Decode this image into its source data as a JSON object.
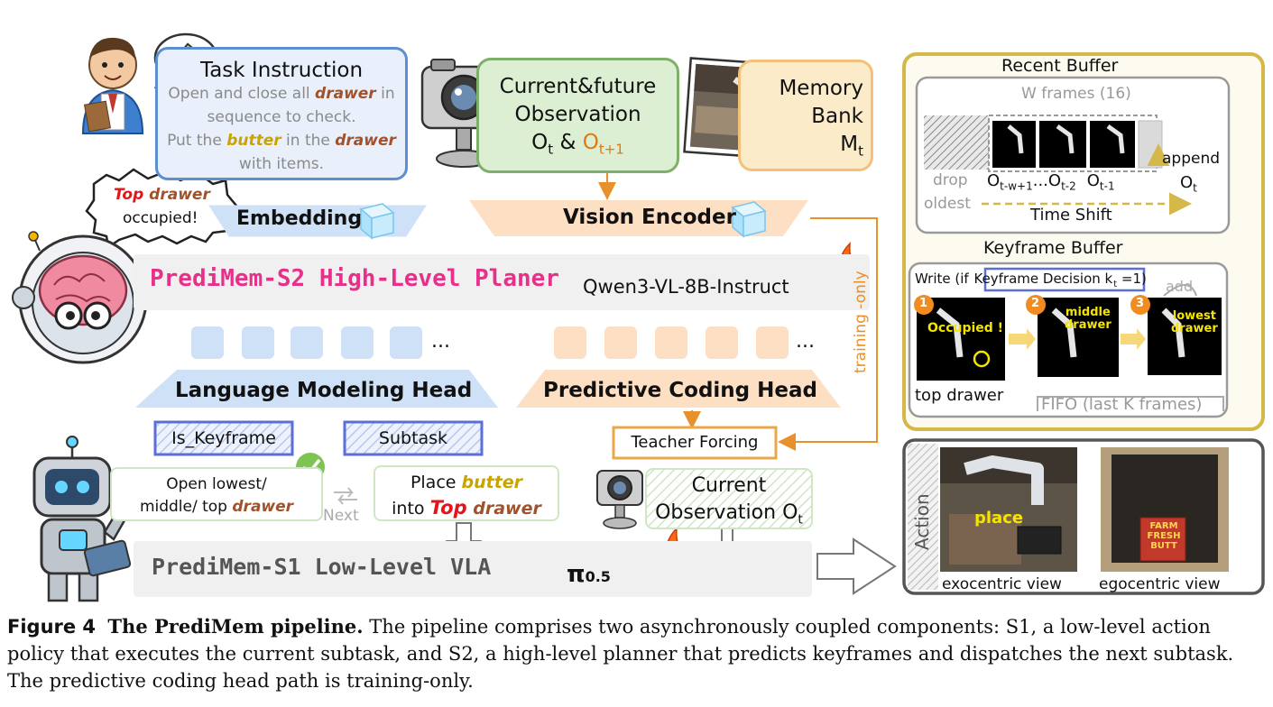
{
  "task": {
    "title": "Task Instruction",
    "line1a": "Open and close all ",
    "line1b": "drawer",
    "line1c": " in",
    "line2": "sequence to check.",
    "line3a": "Put the ",
    "line3b": "butter",
    "line3c": " in the ",
    "line3d": "drawer",
    "line4": "with items."
  },
  "speech": {
    "top": "Top",
    "drawer": " drawer",
    "occupied": "occupied!"
  },
  "embedding": {
    "label": "Embedding"
  },
  "observation": {
    "line1": "Current&future",
    "line2": "Observation",
    "o_t": "O",
    "t_sub": "t",
    "amp": " & ",
    "o_next": "O",
    "next_sub": "t+1"
  },
  "memory": {
    "line1": "Memory",
    "line2": "Bank",
    "m": "M",
    "m_sub": "t"
  },
  "vision_encoder": {
    "label": "Vision Encoder"
  },
  "planner": {
    "title": "PrediMem-S2 High-Level Planer",
    "model": "Qwen3-VL-8B-Instruct"
  },
  "tokens": {
    "ellipsis1": "...",
    "ellipsis2": "..."
  },
  "heads": {
    "lm": "Language Modeling Head",
    "pc": "Predictive Coding Head"
  },
  "training_only": "training -only",
  "boxes": {
    "is_keyframe": "Is_Keyframe",
    "subtask": "Subtask",
    "teacher_forcing": "Teacher Forcing",
    "open_line1": "Open lowest/",
    "open_line2a": "middle/ top ",
    "open_line2b": "drawer",
    "next": "Next",
    "place_line1a": "Place ",
    "place_line1b": "butter",
    "place_line2a": "into ",
    "place_line2b": "Top",
    "place_line2c": " drawer",
    "current_line1": "Current",
    "current_line2": "Observation O",
    "current_sub": "t"
  },
  "s1": {
    "title": "PrediMem-S1 Low-Level VLA",
    "pi": "π",
    "pi_sub": "0.5"
  },
  "recent_buffer": {
    "title": "Recent Buffer",
    "w_frames": "W frames (16)",
    "drop": "drop",
    "oldest": "oldest",
    "o_first": "O",
    "o_first_sub": "t-w+1",
    "dots": "...",
    "o_mid": "O",
    "o_mid_sub": "t-2",
    "o_last": "O",
    "o_last_sub": "t-1",
    "append": "append",
    "o_new": "O",
    "o_new_sub": "t",
    "time_shift": "Time Shift"
  },
  "keyframe_buffer": {
    "title": "Keyframe Buffer",
    "write_prefix": "Write (if ",
    "decision": "Keyframe Decision k",
    "decision_sub": "t",
    "write_suffix": " =1)",
    "add": "add",
    "n1": "1",
    "n2": "2",
    "n3": "3",
    "f1_label": "Occupied !",
    "f2_label_a": "middle",
    "f2_label_b": "drawer",
    "f3_label_a": "lowest",
    "f3_label_b": "drawer",
    "top_drawer": "top drawer",
    "fifo": "FIFO (last K frames)"
  },
  "action": {
    "label": "Action",
    "place": "place",
    "exo": "exocentric view",
    "ego": "egocentric view",
    "box_text_a": "FARM",
    "box_text_b": "FRESH",
    "box_text_c": "BUTT"
  },
  "caption": {
    "fig": "Figure 4",
    "title": "The PrediMem pipeline.",
    "body": " The pipeline comprises two asynchronously coupled components: S1, a low-level action policy that executes the current subtask, and S2, a high-level planner that predicts keyframes and dispatches the next subtask. The predictive coding head path is training-only."
  },
  "colors": {
    "accent_pink": "#e8308a",
    "brown": "#a0522d",
    "orange": "#e07a10",
    "gold": "#d4b84a",
    "green": "#7fb069",
    "blue": "#5b8fd0"
  }
}
